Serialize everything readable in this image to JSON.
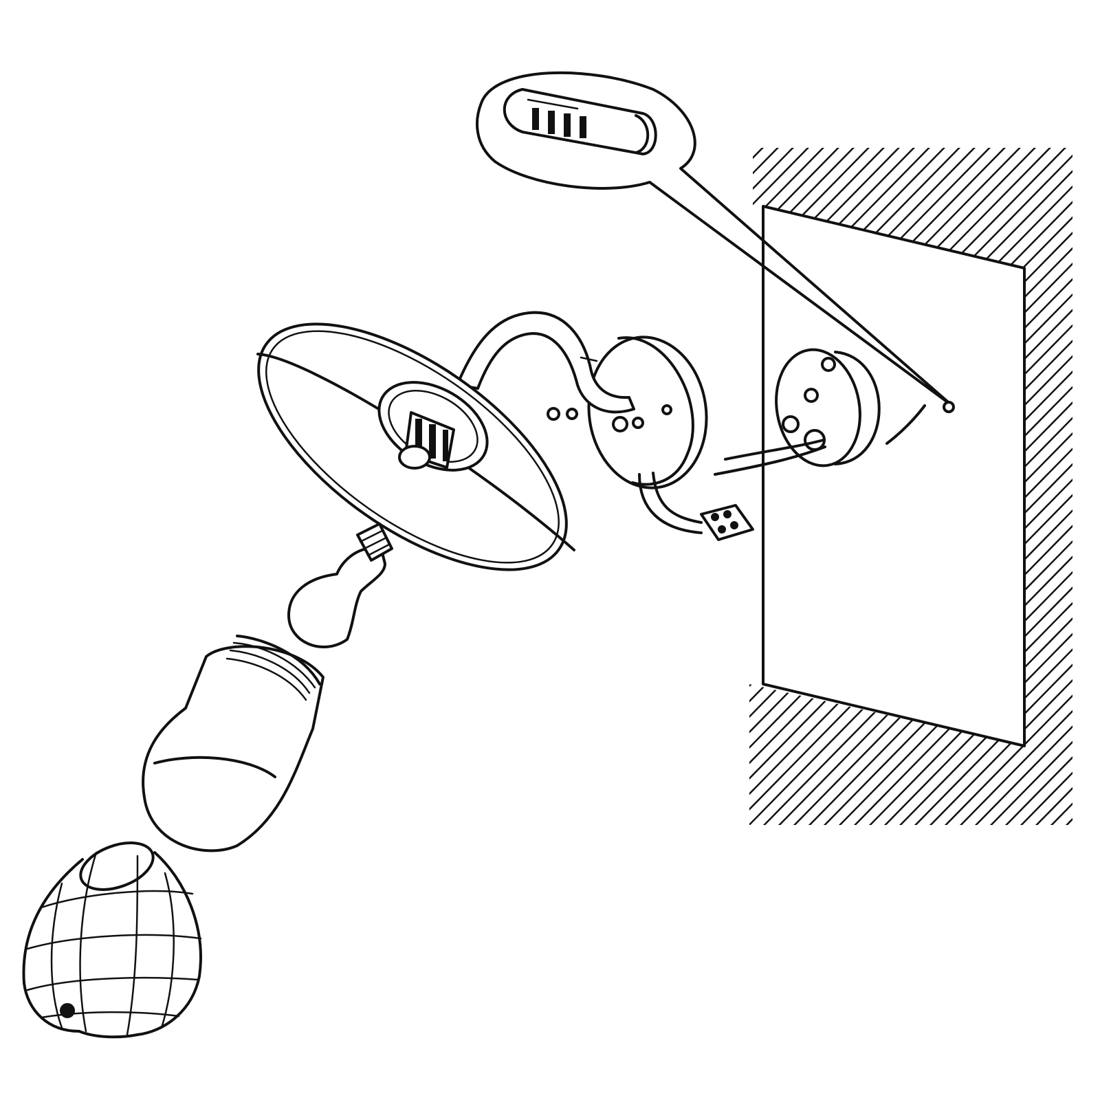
{
  "diagram": {
    "kind": "exploded-assembly-line-drawing",
    "colors": {
      "line": "#111111",
      "background": "#ffffff"
    },
    "parts": [
      "wall-surface",
      "mounting-plate",
      "wall-plug-detail-callout",
      "wall-bracket-arm",
      "lamp-shade",
      "lamp-socket",
      "terminal-block",
      "light-bulb",
      "glass-jar",
      "wire-cage"
    ]
  }
}
